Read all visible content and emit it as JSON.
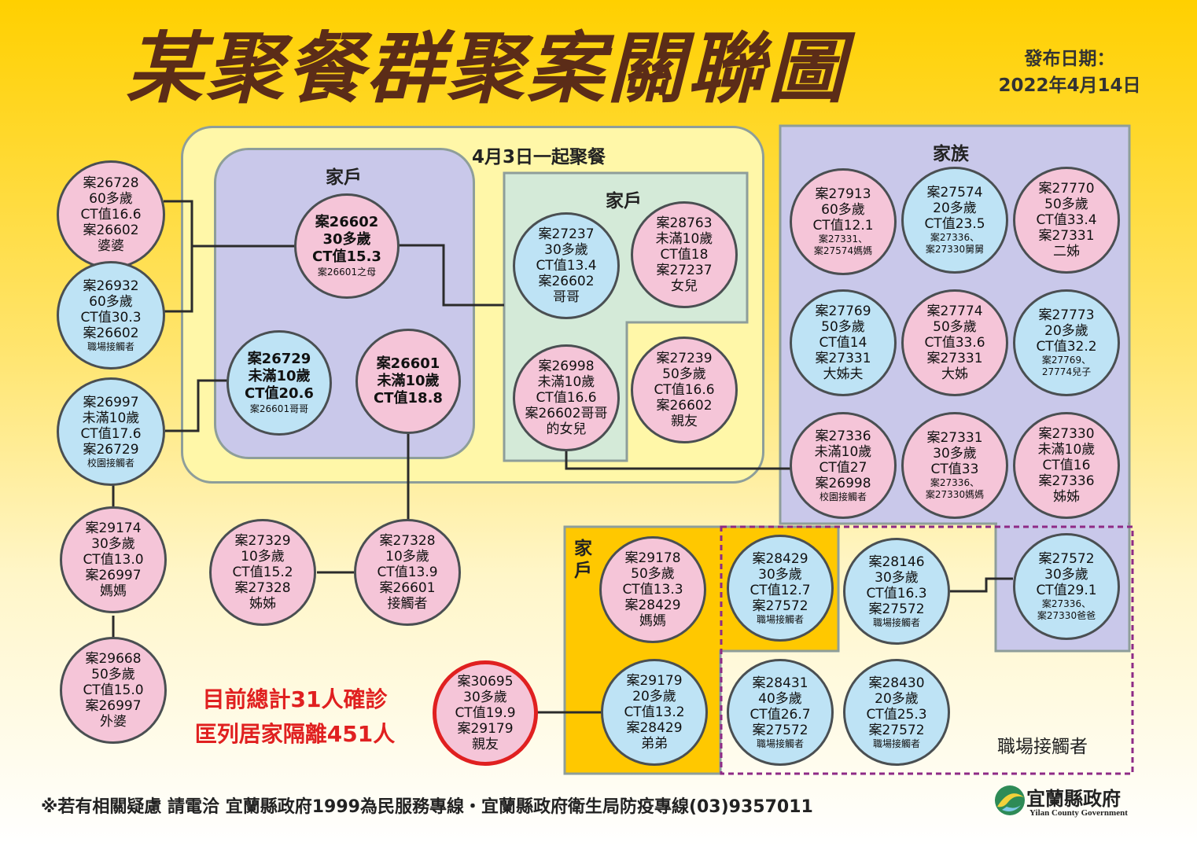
{
  "title": "某聚餐群聚案關聯圖",
  "date": {
    "label": "發布日期：",
    "value": "2022年4月14日"
  },
  "zones": {
    "dinner": "4月3日一起聚餐",
    "household1": "家戶",
    "household2": "家戶",
    "family": "家族",
    "household3": "家戶",
    "workplace": "職場接觸者"
  },
  "cases": {
    "c26728": [
      "案26728",
      "60多歲",
      "CT值16.6",
      "案26602",
      "婆婆"
    ],
    "c26932": [
      "案26932",
      "60多歲",
      "CT值30.3",
      "案26602",
      "職場接觸者"
    ],
    "c26997": [
      "案26997",
      "未滿10歲",
      "CT值17.6",
      "案26729",
      "校園接觸者"
    ],
    "c29174": [
      "案29174",
      "30多歲",
      "CT值13.0",
      "案26997",
      "媽媽"
    ],
    "c29668": [
      "案29668",
      "50多歲",
      "CT值15.0",
      "案26997",
      "外婆"
    ],
    "c26602": [
      "案26602",
      "30多歲",
      "CT值15.3",
      "案26601之母"
    ],
    "c26729": [
      "案26729",
      "未滿10歲",
      "CT值20.6",
      "案26601哥哥"
    ],
    "c26601": [
      "案26601",
      "未滿10歲",
      "CT值18.8"
    ],
    "c27237": [
      "案27237",
      "30多歲",
      "CT值13.4",
      "案26602",
      "哥哥"
    ],
    "c28763": [
      "案28763",
      "未滿10歲",
      "CT值18",
      "案27237",
      "女兒"
    ],
    "c26998": [
      "案26998",
      "未滿10歲",
      "CT值16.6",
      "案26602哥哥",
      "的女兒"
    ],
    "c27239": [
      "案27239",
      "50多歲",
      "CT值16.6",
      "案26602",
      "親友"
    ],
    "c27329": [
      "案27329",
      "10多歲",
      "CT值15.2",
      "案27328",
      "姊姊"
    ],
    "c27328": [
      "案27328",
      "10多歲",
      "CT值13.9",
      "案26601",
      "接觸者"
    ],
    "c27913": [
      "案27913",
      "60多歲",
      "CT值12.1",
      "案27331、",
      "案27574媽媽"
    ],
    "c27574": [
      "案27574",
      "20多歲",
      "CT值23.5",
      "案27336、",
      "案27330舅舅"
    ],
    "c27770": [
      "案27770",
      "50多歲",
      "CT值33.4",
      "案27331",
      "二姊"
    ],
    "c27769": [
      "案27769",
      "50多歲",
      "CT值14",
      "案27331",
      "大姊夫"
    ],
    "c27774": [
      "案27774",
      "50多歲",
      "CT值33.6",
      "案27331",
      "大姊"
    ],
    "c27773": [
      "案27773",
      "20多歲",
      "CT值32.2",
      "案27769、",
      "27774兒子"
    ],
    "c27336": [
      "案27336",
      "未滿10歲",
      "CT值27",
      "案26998",
      "校園接觸者"
    ],
    "c27331": [
      "案27331",
      "30多歲",
      "CT值33",
      "案27336、",
      "案27330媽媽"
    ],
    "c27330": [
      "案27330",
      "未滿10歲",
      "CT值16",
      "案27336",
      "姊姊"
    ],
    "c29178": [
      "案29178",
      "50多歲",
      "CT值13.3",
      "案28429",
      "媽媽"
    ],
    "c28429": [
      "案28429",
      "30多歲",
      "CT值12.7",
      "案27572",
      "職場接觸者"
    ],
    "c28146": [
      "案28146",
      "30多歲",
      "CT值16.3",
      "案27572",
      "職場接觸者"
    ],
    "c27572": [
      "案27572",
      "30多歲",
      "CT值29.1",
      "案27336、",
      "案27330爸爸"
    ],
    "c29179": [
      "案29179",
      "20多歲",
      "CT值13.2",
      "案28429",
      "弟弟"
    ],
    "c28431": [
      "案28431",
      "40多歲",
      "CT值26.7",
      "案27572",
      "職場接觸者"
    ],
    "c28430": [
      "案28430",
      "20多歲",
      "CT值25.3",
      "案27572",
      "職場接觸者"
    ],
    "c30695": [
      "案30695",
      "30多歲",
      "CT值19.9",
      "案29179",
      "親友"
    ]
  },
  "summary": {
    "line1": "目前總計31人確診",
    "line2": "匡列居家隔離451人"
  },
  "footer": "※若有相關疑慮 請電洽  宜蘭縣政府1999為民服務專線・宜蘭縣政府衛生局防疫專線(03)9357011",
  "logo": {
    "name": "宜蘭縣政府",
    "sub": "Yilan County Government"
  },
  "colors": {
    "title": "#5B2C18",
    "infected": "#F5C5D8",
    "contact": "#BEE3F5",
    "summary": "#E02020"
  }
}
